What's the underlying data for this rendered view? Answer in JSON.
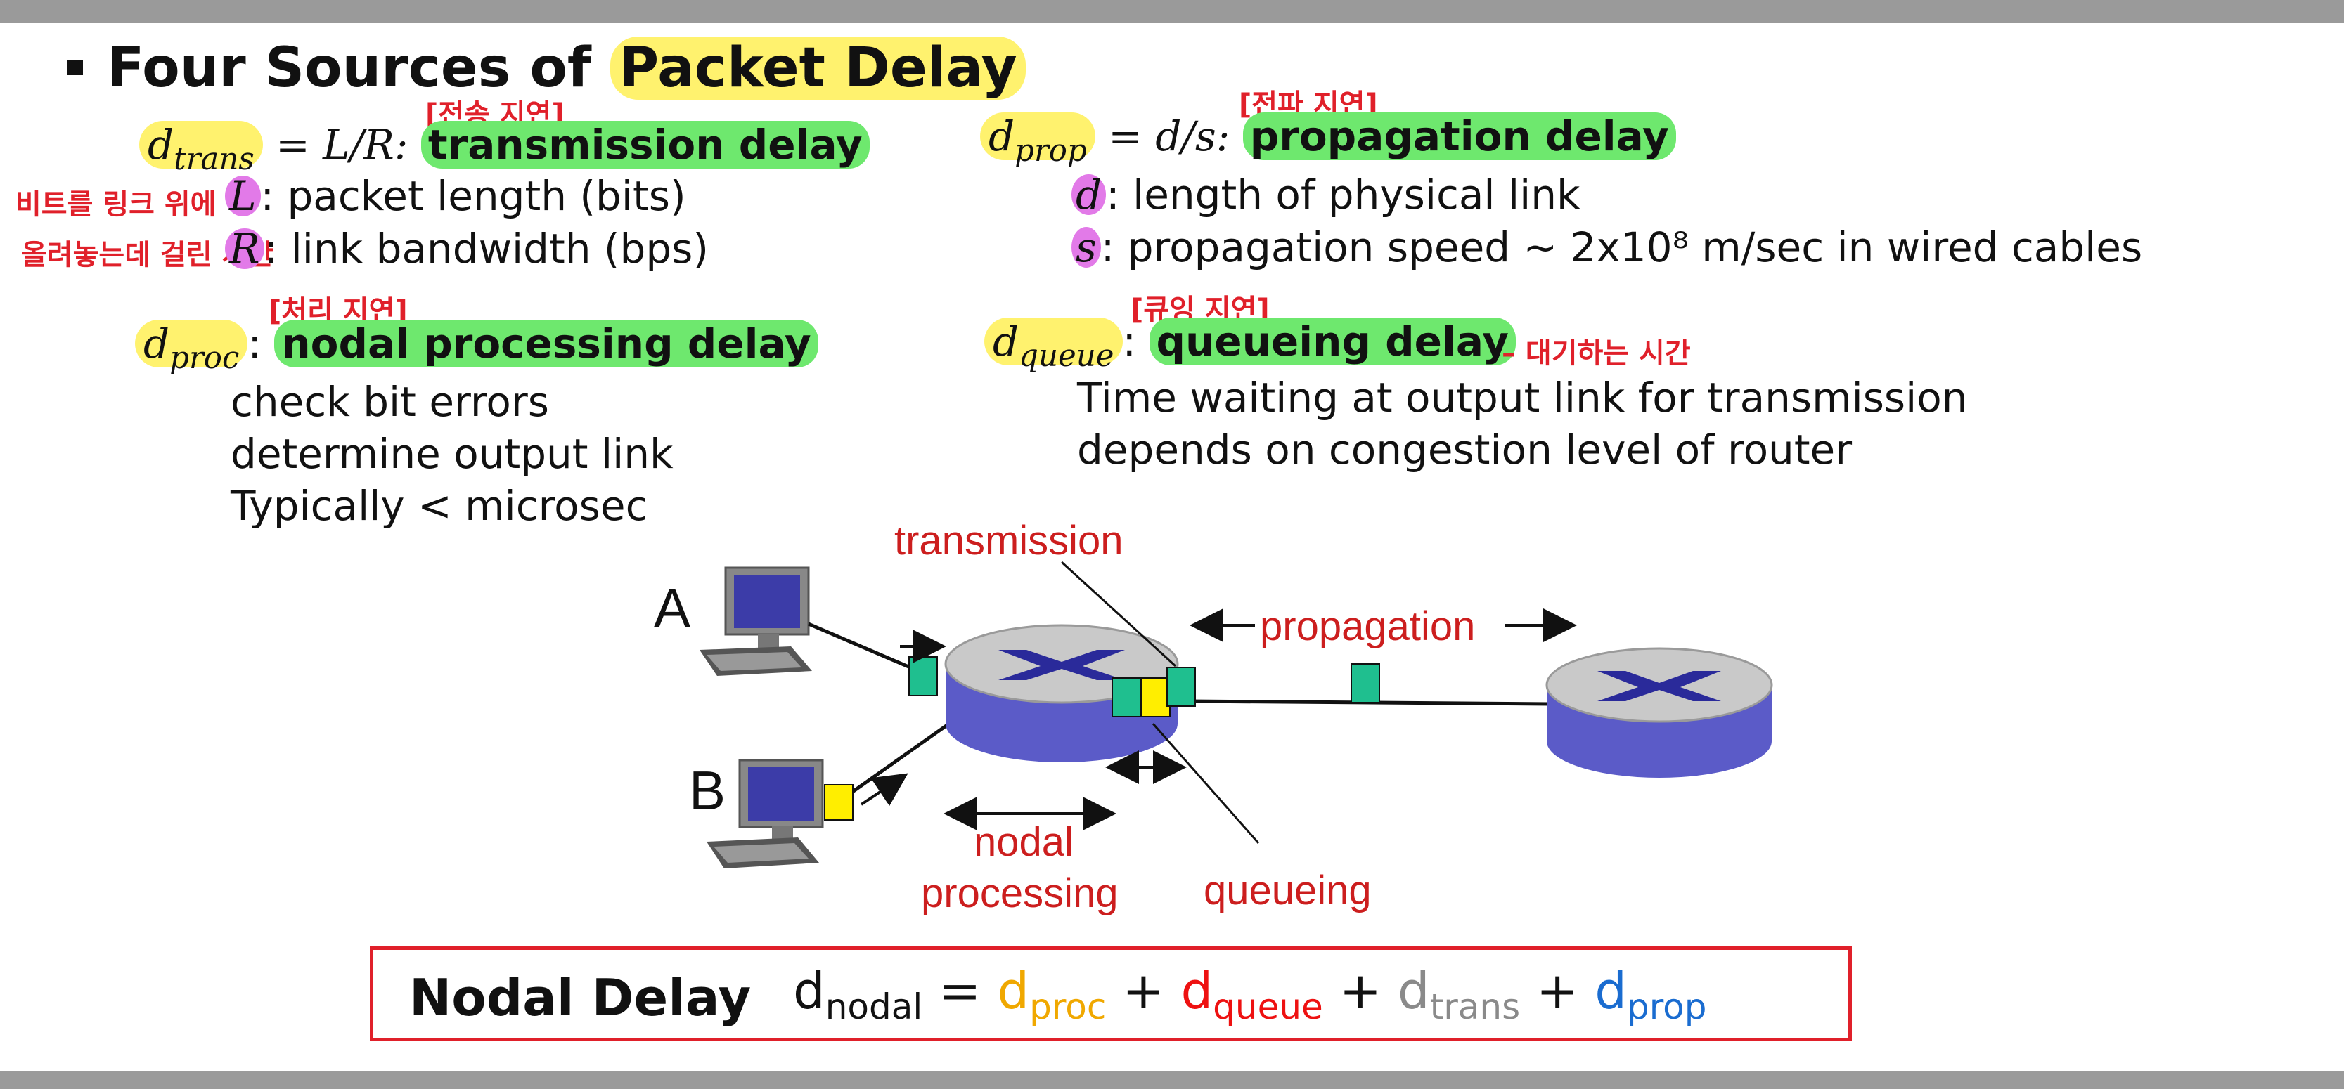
{
  "slide": {
    "title_prefix": "Four Sources of ",
    "title_highlight": "Packet Delay"
  },
  "trans": {
    "d": "d",
    "sub": "trans",
    "eq": " = L/R: ",
    "term": "transmission delay",
    "annotation": "[전송 지연]",
    "items": [
      {
        "sym": "L",
        "text": ": packet length (bits)"
      },
      {
        "sym": "R",
        "text": ": link bandwidth (bps)"
      }
    ],
    "side_note_1": "비트를 링크 위에",
    "side_note_2": "올려놓는데 걸린 시간"
  },
  "proc": {
    "d": "d",
    "sub": "proc",
    "colon": ": ",
    "term": "nodal processing delay",
    "annotation": "[처리 지연]",
    "lines": [
      "check bit errors",
      "determine output link",
      "Typically < microsec"
    ]
  },
  "prop": {
    "d": "d",
    "sub": "prop",
    "eq": " = d/s: ",
    "term": "propagation delay",
    "annotation": "[전파 지연]",
    "items": [
      {
        "sym": "d",
        "text": ": length of physical link"
      },
      {
        "sym": "s",
        "text": ": propagation speed ~ 2x10⁸ m/sec in wired cables"
      }
    ]
  },
  "queue": {
    "d": "d",
    "sub": "queue",
    "colon": ": ",
    "term": "queueing delay",
    "annotation": "[큐잉 지연]",
    "side_note": "– 대기하는 시간",
    "lines": [
      "Time waiting at output link for transmission",
      "depends on congestion level of router"
    ]
  },
  "diagram": {
    "host_a": "A",
    "host_b": "B",
    "label_transmission": "transmission",
    "label_propagation": "propagation",
    "label_nodal": "nodal",
    "label_processing": "processing",
    "label_queueing": "queueing",
    "colors": {
      "packet_green": "#1fbf8f",
      "packet_yellow": "#ffee00",
      "router_top": "#c9c9c9",
      "router_side": "#5b5bc8",
      "router_x": "#2a2a9a"
    }
  },
  "nodal_box": {
    "label": "Nodal Delay",
    "d_nodal": "d",
    "sub_nodal": "nodal",
    "eq": " = ",
    "plus": " + ",
    "terms": [
      {
        "d": "d",
        "sub": "proc",
        "color": "#f0a800"
      },
      {
        "d": "d",
        "sub": "queue",
        "color": "#ee1111"
      },
      {
        "d": "d",
        "sub": "trans",
        "color": "#8a8a8a"
      },
      {
        "d": "d",
        "sub": "prop",
        "color": "#1a6cd0"
      }
    ]
  }
}
